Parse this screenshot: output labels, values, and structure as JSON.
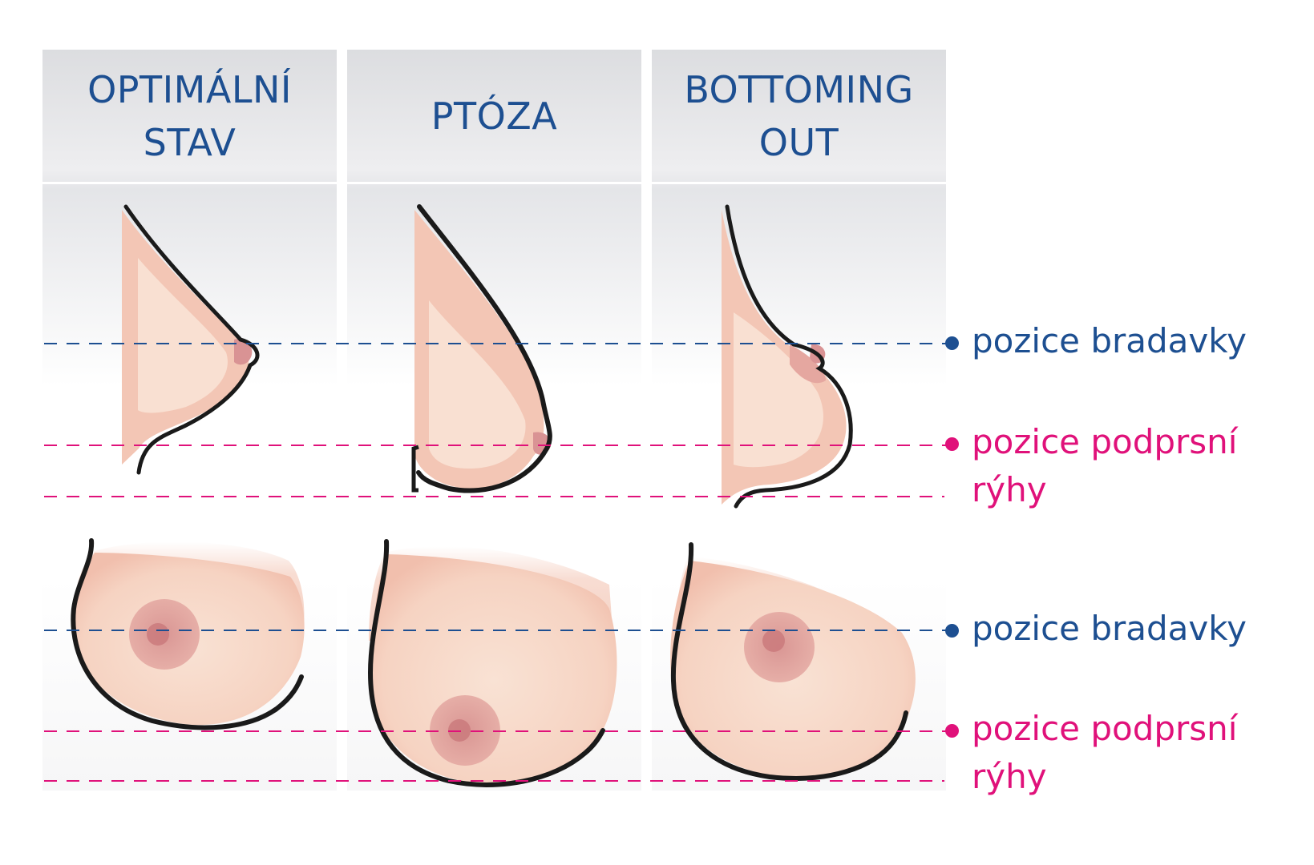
{
  "columns": [
    {
      "title": "OPTIMÁLNÍ STAV",
      "lines": [
        "OPTIMÁLNÍ",
        "STAV"
      ]
    },
    {
      "title": "PTÓZA",
      "lines": [
        "PTÓZA"
      ]
    },
    {
      "title": "BOTTOMING OUT",
      "lines": [
        "BOTTOMING",
        "OUT"
      ]
    }
  ],
  "legend": {
    "side": {
      "nipple": "pozice bradavky",
      "fold_line1": "pozice podprsní",
      "fold_line2": "rýhy"
    },
    "front": {
      "nipple": "pozice bradavky",
      "fold_line1": "pozice podprsní",
      "fold_line2": "rýhy"
    }
  },
  "colors": {
    "header_text": "#1d4f91",
    "nipple_line": "#1d4f91",
    "fold_line": "#e0117a",
    "skin": "#f3c6b5",
    "skin_inner": "#f9e0d2",
    "areola": "#d98f8c",
    "outline": "#1a1a1a"
  }
}
